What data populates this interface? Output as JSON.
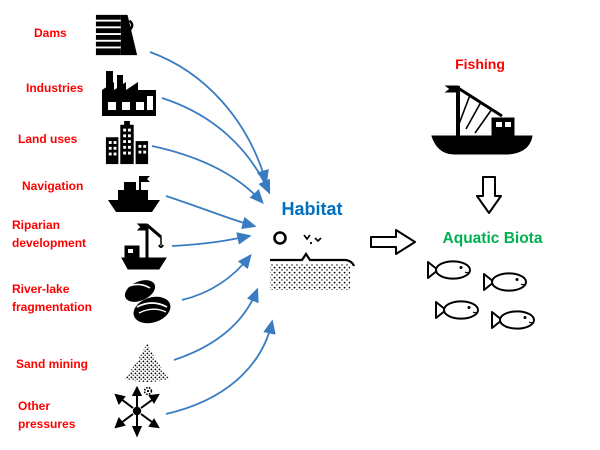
{
  "diagram": {
    "pressures": [
      {
        "label": "Dams",
        "icon": "dam-icon"
      },
      {
        "label": "Industries",
        "icon": "factory-icon"
      },
      {
        "label": "Land uses",
        "icon": "city-buildings-icon"
      },
      {
        "label": "Navigation",
        "icon": "ship-icon"
      },
      {
        "label": "Riparian development",
        "icon": "dredger-crane-boat-icon"
      },
      {
        "label": "River-lake fragmentation",
        "icon": "mussel-shells-icon"
      },
      {
        "label": "Sand mining",
        "icon": "sand-pile-icon"
      },
      {
        "label": "Other pressures",
        "icon": "radiating-pressures-icon"
      }
    ],
    "habitat": {
      "label": "Habitat",
      "color": "#0070c0"
    },
    "aquatic_biota": {
      "label": "Aquatic Biota",
      "color": "#00b050"
    },
    "fishing": {
      "label": "Fishing",
      "color": "#ff0000"
    },
    "colors": {
      "pressure_label": "#ff0000",
      "flow_arrow_blue": "#3a7cc2",
      "icon_black": "#000000",
      "hollow_arrow_fill": "#ffffff"
    }
  }
}
